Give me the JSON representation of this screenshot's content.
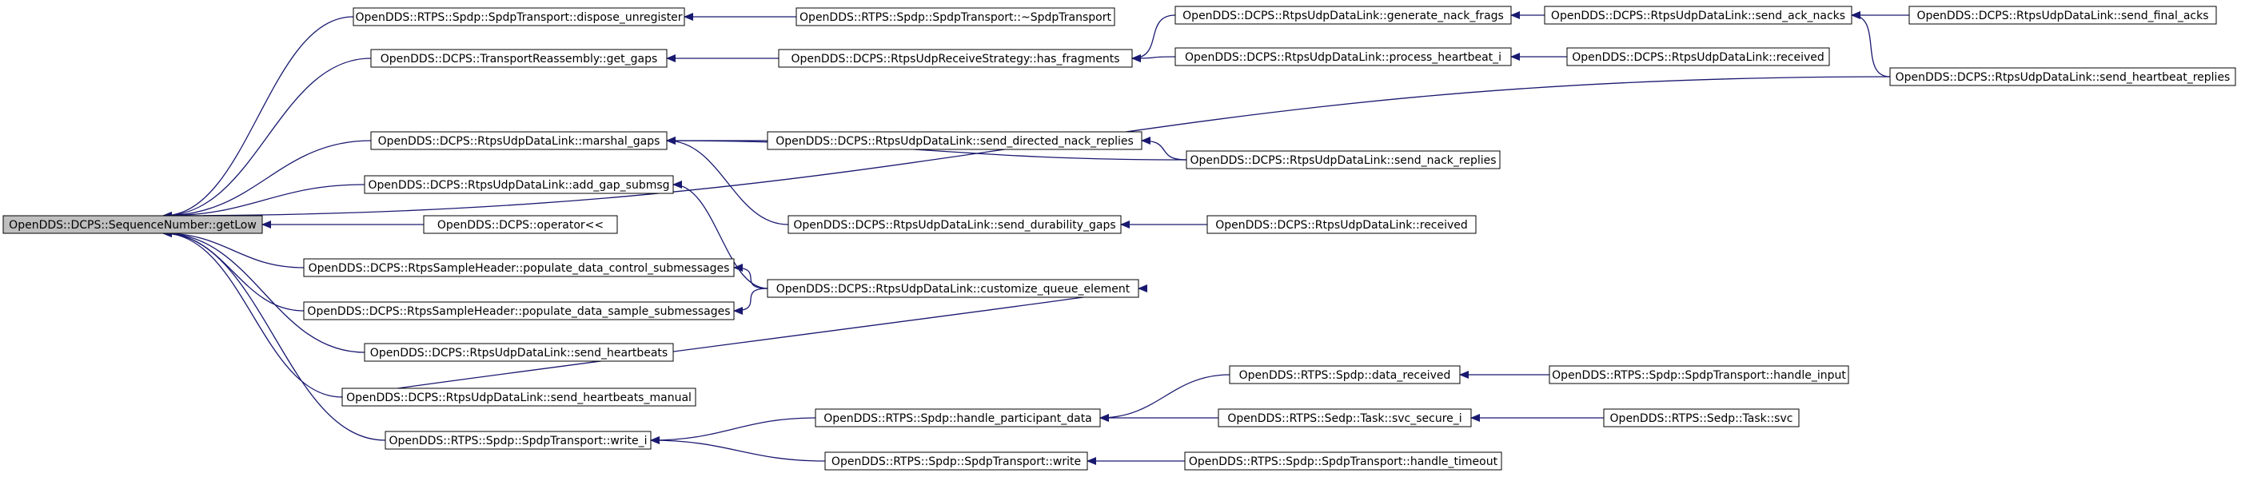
{
  "graph": {
    "type": "call-graph",
    "edge_color": "#191970",
    "root_fill": "#bfbfbf",
    "nodes": [
      {
        "id": "getLow",
        "label": "OpenDDS::DCPS::SequenceNumber::getLow",
        "root": true
      },
      {
        "id": "dispose_unregister",
        "label": "OpenDDS::RTPS::Spdp::SpdpTransport::dispose_unregister"
      },
      {
        "id": "spdp_dtor",
        "label": "OpenDDS::RTPS::Spdp::SpdpTransport::~SpdpTransport"
      },
      {
        "id": "get_gaps",
        "label": "OpenDDS::DCPS::TransportReassembly::get_gaps"
      },
      {
        "id": "has_fragments",
        "label": "OpenDDS::DCPS::RtpsUdpReceiveStrategy::has_fragments"
      },
      {
        "id": "generate_nack_frags",
        "label": "OpenDDS::DCPS::RtpsUdpDataLink::generate_nack_frags"
      },
      {
        "id": "send_ack_nacks",
        "label": "OpenDDS::DCPS::RtpsUdpDataLink::send_ack_nacks"
      },
      {
        "id": "send_final_acks",
        "label": "OpenDDS::DCPS::RtpsUdpDataLink::send_final_acks"
      },
      {
        "id": "process_heartbeat_i",
        "label": "OpenDDS::DCPS::RtpsUdpDataLink::process_heartbeat_i"
      },
      {
        "id": "received_1",
        "label": "OpenDDS::DCPS::RtpsUdpDataLink::received"
      },
      {
        "id": "send_heartbeat_replies",
        "label": "OpenDDS::DCPS::RtpsUdpDataLink::send_heartbeat_replies"
      },
      {
        "id": "marshal_gaps",
        "label": "OpenDDS::DCPS::RtpsUdpDataLink::marshal_gaps"
      },
      {
        "id": "send_directed_nack_replies",
        "label": "OpenDDS::DCPS::RtpsUdpDataLink::send_directed_nack_replies"
      },
      {
        "id": "send_nack_replies",
        "label": "OpenDDS::DCPS::RtpsUdpDataLink::send_nack_replies"
      },
      {
        "id": "add_gap_submsg",
        "label": "OpenDDS::DCPS::RtpsUdpDataLink::add_gap_submsg"
      },
      {
        "id": "send_durability_gaps",
        "label": "OpenDDS::DCPS::RtpsUdpDataLink::send_durability_gaps"
      },
      {
        "id": "received_2",
        "label": "OpenDDS::DCPS::RtpsUdpDataLink::received"
      },
      {
        "id": "operator_ll",
        "label": "OpenDDS::DCPS::operator<<"
      },
      {
        "id": "populate_control",
        "label": "OpenDDS::DCPS::RtpsSampleHeader::populate_data_control_submessages"
      },
      {
        "id": "customize_queue_element",
        "label": "OpenDDS::DCPS::RtpsUdpDataLink::customize_queue_element"
      },
      {
        "id": "populate_sample",
        "label": "OpenDDS::DCPS::RtpsSampleHeader::populate_data_sample_submessages"
      },
      {
        "id": "send_heartbeats",
        "label": "OpenDDS::DCPS::RtpsUdpDataLink::send_heartbeats"
      },
      {
        "id": "data_received",
        "label": "OpenDDS::RTPS::Spdp::data_received"
      },
      {
        "id": "handle_input",
        "label": "OpenDDS::RTPS::Spdp::SpdpTransport::handle_input"
      },
      {
        "id": "send_heartbeats_manual",
        "label": "OpenDDS::DCPS::RtpsUdpDataLink::send_heartbeats_manual"
      },
      {
        "id": "handle_participant_data",
        "label": "OpenDDS::RTPS::Spdp::handle_participant_data"
      },
      {
        "id": "svc_secure_i",
        "label": "OpenDDS::RTPS::Sedp::Task::svc_secure_i"
      },
      {
        "id": "svc",
        "label": "OpenDDS::RTPS::Sedp::Task::svc"
      },
      {
        "id": "write_i",
        "label": "OpenDDS::RTPS::Spdp::SpdpTransport::write_i"
      },
      {
        "id": "write",
        "label": "OpenDDS::RTPS::Spdp::SpdpTransport::write"
      },
      {
        "id": "handle_timeout",
        "label": "OpenDDS::RTPS::Spdp::SpdpTransport::handle_timeout"
      }
    ],
    "edges": [
      {
        "from": "dispose_unregister",
        "to": "getLow"
      },
      {
        "from": "get_gaps",
        "to": "getLow"
      },
      {
        "from": "send_heartbeat_replies",
        "to": "getLow"
      },
      {
        "from": "marshal_gaps",
        "to": "getLow"
      },
      {
        "from": "add_gap_submsg",
        "to": "getLow"
      },
      {
        "from": "operator_ll",
        "to": "getLow"
      },
      {
        "from": "populate_control",
        "to": "getLow"
      },
      {
        "from": "populate_sample",
        "to": "getLow"
      },
      {
        "from": "send_heartbeats",
        "to": "getLow"
      },
      {
        "from": "send_heartbeats_manual",
        "to": "getLow"
      },
      {
        "from": "write_i",
        "to": "getLow"
      },
      {
        "from": "spdp_dtor",
        "to": "dispose_unregister"
      },
      {
        "from": "has_fragments",
        "to": "get_gaps"
      },
      {
        "from": "generate_nack_frags",
        "to": "has_fragments"
      },
      {
        "from": "process_heartbeat_i",
        "to": "has_fragments"
      },
      {
        "from": "send_ack_nacks",
        "to": "generate_nack_frags"
      },
      {
        "from": "send_final_acks",
        "to": "send_ack_nacks"
      },
      {
        "from": "send_heartbeat_replies",
        "to": "send_ack_nacks"
      },
      {
        "from": "received_1",
        "to": "process_heartbeat_i"
      },
      {
        "from": "send_directed_nack_replies",
        "to": "marshal_gaps"
      },
      {
        "from": "send_nack_replies",
        "to": "marshal_gaps"
      },
      {
        "from": "send_durability_gaps",
        "to": "marshal_gaps"
      },
      {
        "from": "send_nack_replies",
        "to": "send_directed_nack_replies"
      },
      {
        "from": "received_2",
        "to": "send_durability_gaps"
      },
      {
        "from": "customize_queue_element",
        "to": "add_gap_submsg"
      },
      {
        "from": "customize_queue_element",
        "to": "populate_control"
      },
      {
        "from": "customize_queue_element",
        "to": "populate_sample"
      },
      {
        "from": "send_heartbeats_manual",
        "to": "customize_queue_element"
      },
      {
        "from": "handle_participant_data",
        "to": "write_i"
      },
      {
        "from": "write",
        "to": "write_i"
      },
      {
        "from": "data_received",
        "to": "handle_participant_data"
      },
      {
        "from": "svc_secure_i",
        "to": "handle_participant_data"
      },
      {
        "from": "handle_input",
        "to": "data_received"
      },
      {
        "from": "svc",
        "to": "svc_secure_i"
      },
      {
        "from": "handle_timeout",
        "to": "write"
      }
    ]
  }
}
